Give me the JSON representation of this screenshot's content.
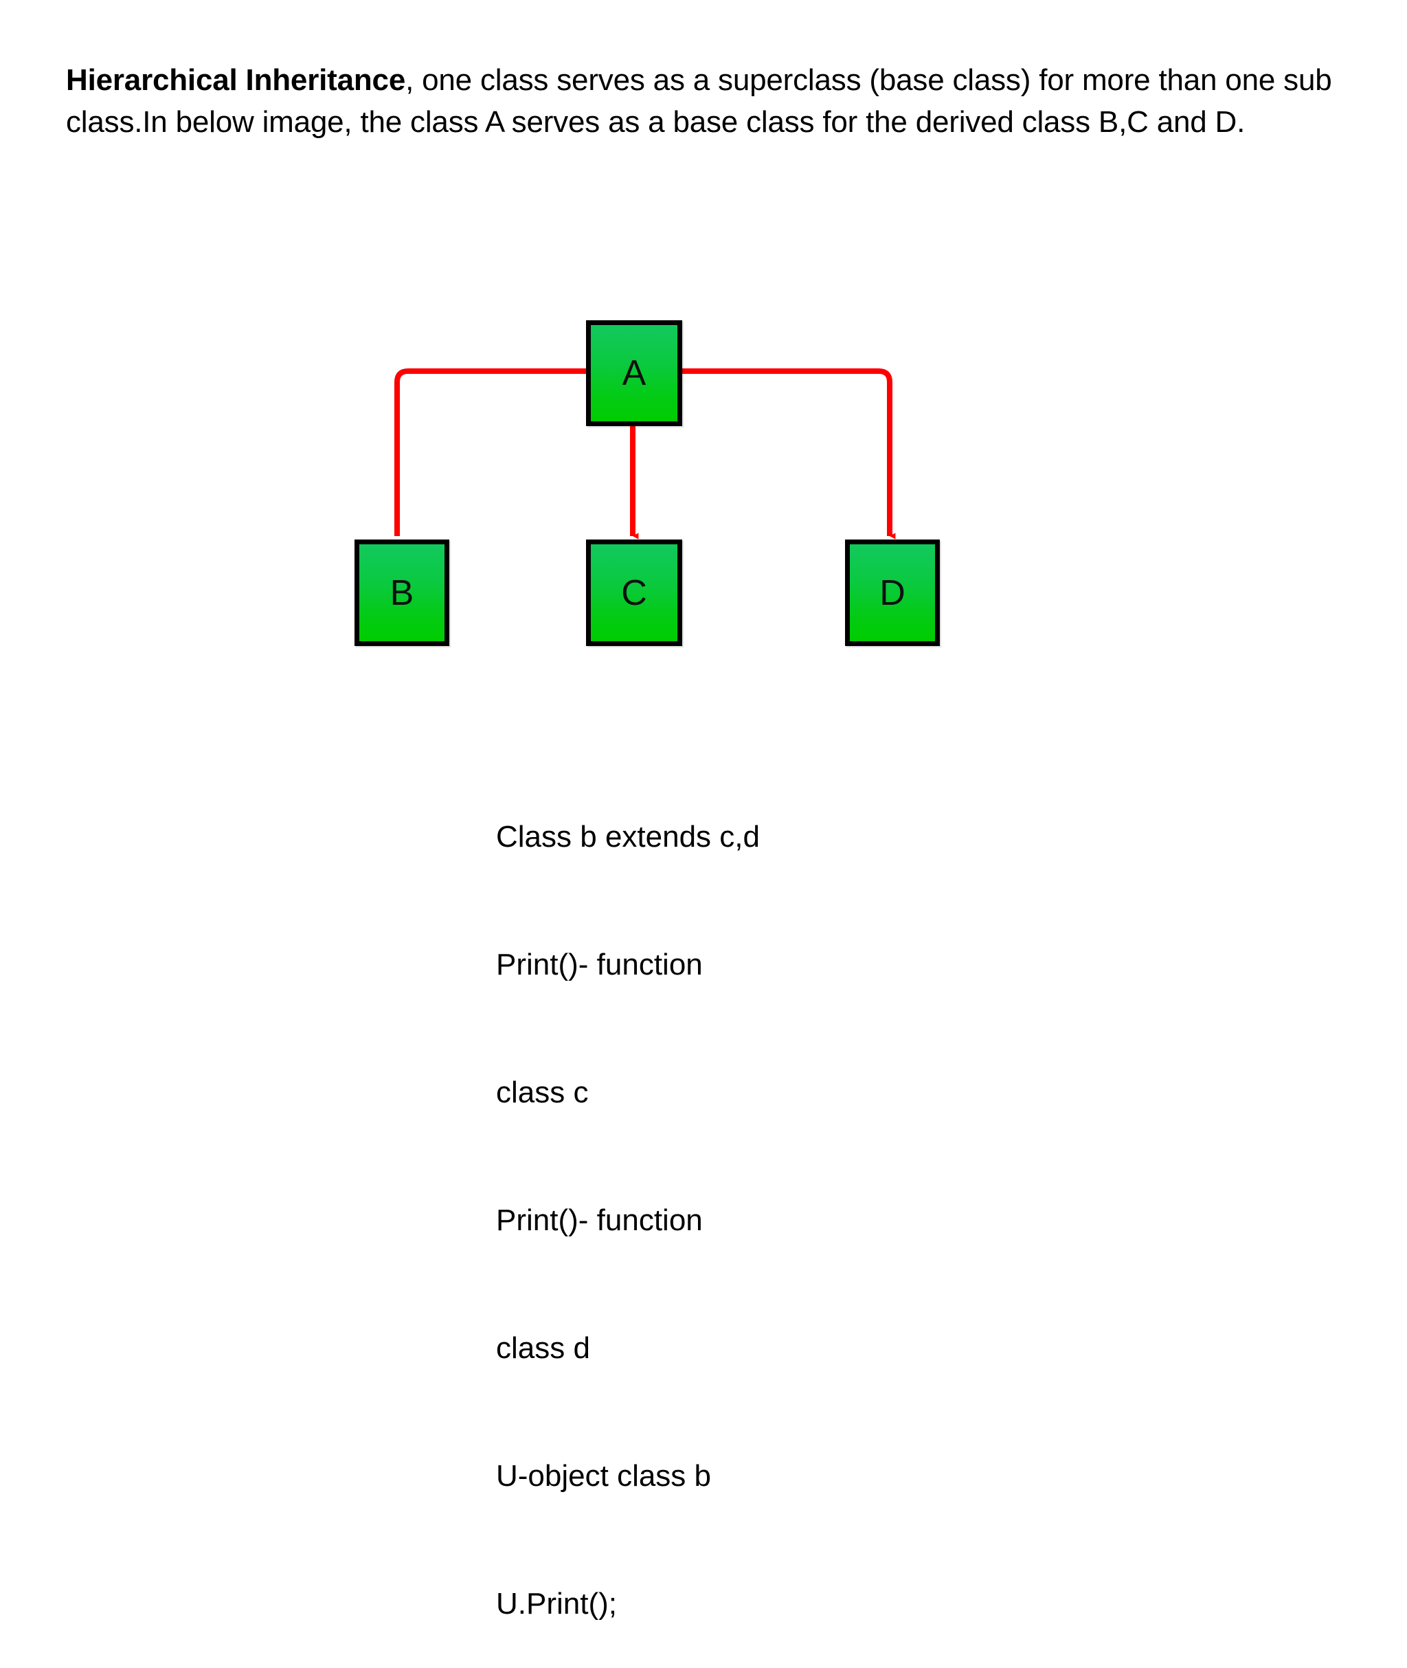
{
  "page": {
    "background": "#ffffff",
    "text_color": "#000000"
  },
  "intro": {
    "lead": " Hierarchical Inheritance",
    "rest": ", one class serves as a superclass (base class) for more than one sub class.In below image, the class A serves as a base class for the derived class B,C and D."
  },
  "diagram": {
    "type": "hierarchical-inheritance-tree",
    "box_fill_top": "#12c95d",
    "box_fill_bottom": "#00cc00",
    "box_border_color": "#000000",
    "connector_color": "#ff0000",
    "base_class": {
      "label": "A"
    },
    "derived_classes": [
      {
        "label": "B"
      },
      {
        "label": "C"
      },
      {
        "label": "D"
      }
    ],
    "edges": [
      {
        "from": "A",
        "to": "B"
      },
      {
        "from": "A",
        "to": "C"
      },
      {
        "from": "A",
        "to": "D"
      }
    ]
  },
  "code": {
    "lines": [
      "Class b extends c,d",
      "Print()- function",
      "class c",
      "Print()- function",
      "class d",
      "U-object class b",
      "U.Print();"
    ]
  }
}
